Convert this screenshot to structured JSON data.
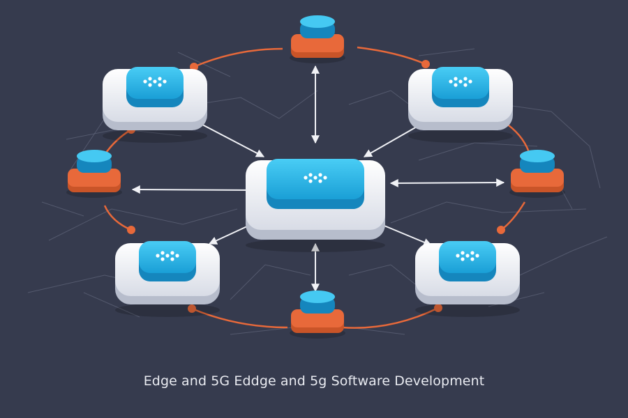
{
  "caption": "Edge and 5G Eddge and 5g Software Development",
  "colors": {
    "background": "#363b4e",
    "accent_blue": "#28b6e8",
    "accent_orange": "#e8693a",
    "platform": "#eef0f5",
    "link": "#f1f2f6",
    "mesh": "#6d7388"
  },
  "nodes": [
    {
      "id": "hub",
      "kind": "hub",
      "icon": "dot-cluster-icon"
    },
    {
      "id": "top-left",
      "kind": "server",
      "icon": "dot-cluster-icon"
    },
    {
      "id": "top-right",
      "kind": "server",
      "icon": "dot-cluster-icon"
    },
    {
      "id": "bottom-left",
      "kind": "server",
      "icon": "dot-cluster-icon"
    },
    {
      "id": "bottom-right",
      "kind": "server",
      "icon": "dot-cluster-icon"
    },
    {
      "id": "top",
      "kind": "edge-device"
    },
    {
      "id": "left",
      "kind": "edge-device"
    },
    {
      "id": "right",
      "kind": "edge-device"
    },
    {
      "id": "bottom",
      "kind": "edge-device"
    }
  ],
  "links": [
    [
      "hub",
      "top"
    ],
    [
      "hub",
      "bottom"
    ],
    [
      "hub",
      "left"
    ],
    [
      "hub",
      "right"
    ],
    [
      "hub",
      "top-left"
    ],
    [
      "hub",
      "top-right"
    ],
    [
      "hub",
      "bottom-left"
    ],
    [
      "hub",
      "bottom-right"
    ]
  ],
  "ring": [
    "top",
    "top-right",
    "right",
    "bottom-right",
    "bottom",
    "bottom-left",
    "left",
    "top-left"
  ]
}
